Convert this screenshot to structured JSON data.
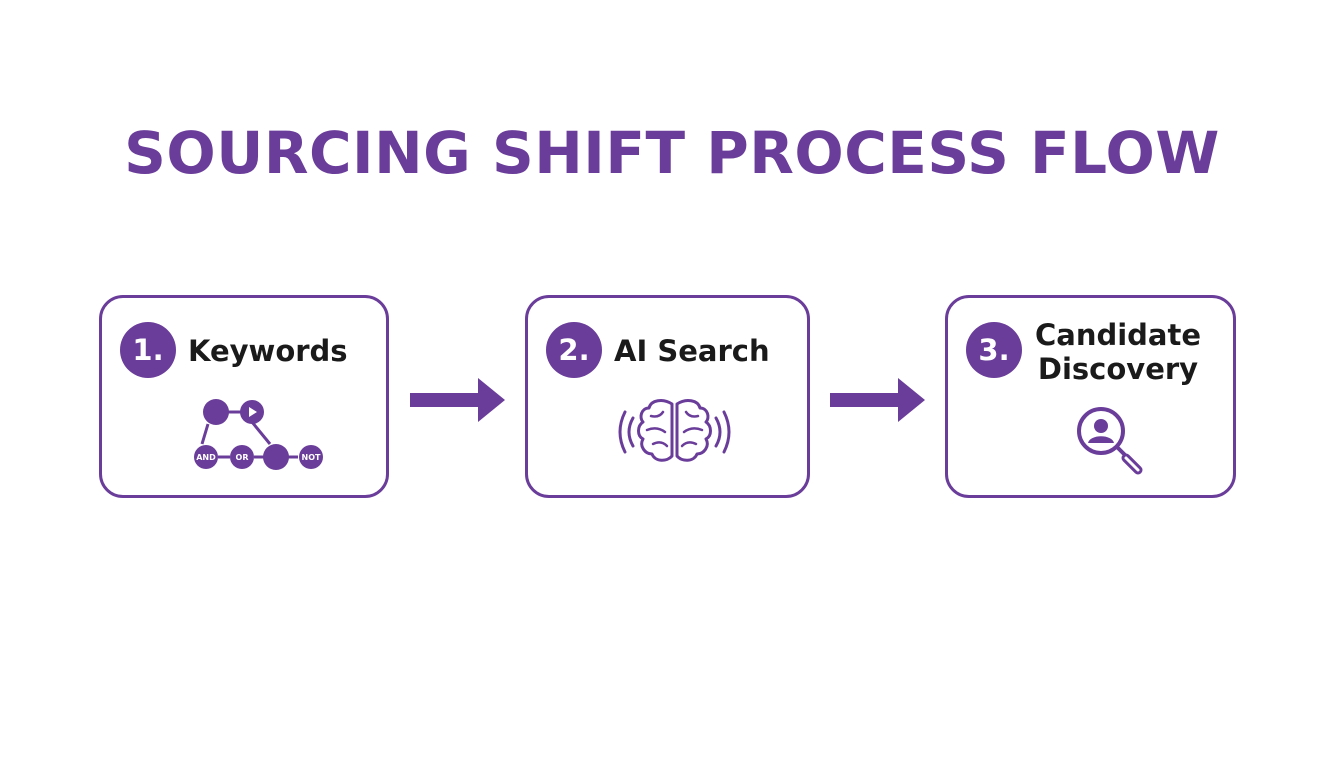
{
  "title": "SOURCING SHIFT PROCESS FLOW",
  "steps": [
    {
      "number": "1.",
      "label": "Keywords",
      "icon": "boolean-keyword-network-icon",
      "operators": [
        "AND",
        "OR",
        "NOT"
      ]
    },
    {
      "number": "2.",
      "label": "AI Search",
      "icon": "brain-icon"
    },
    {
      "number": "3.",
      "label_line1": "Candidate",
      "label_line2": "Discovery",
      "icon": "person-magnifier-icon"
    }
  ],
  "colors": {
    "accent": "#6a3d9a",
    "text": "#1a1a1a",
    "background": "#ffffff"
  }
}
